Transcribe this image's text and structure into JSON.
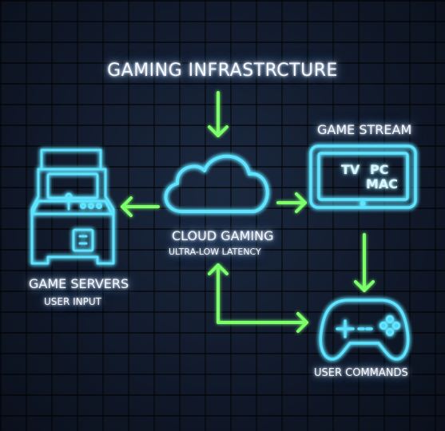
{
  "title": "GAMING INFRASTRCTURE",
  "nodes": {
    "game_stream": {
      "label": "GAME STREAM",
      "screen_items": [
        "TV",
        "PC",
        "MAC"
      ]
    },
    "cloud": {
      "label": "CLOUD GAMING",
      "sublabel": "ULTRA-LOW LATENCY"
    },
    "servers": {
      "label": "GAME SERVERS",
      "sublabel": "USER INPUT"
    },
    "controller": {
      "label": "USER COMMANDS"
    }
  },
  "colors": {
    "neon_cyan": "#5fe3ff",
    "neon_green": "#7cff6b",
    "text": "#f3f7ff",
    "background": "#111a2b"
  },
  "icons": [
    "arcade-cabinet-icon",
    "cloud-icon",
    "monitor-icon",
    "gamepad-icon"
  ]
}
